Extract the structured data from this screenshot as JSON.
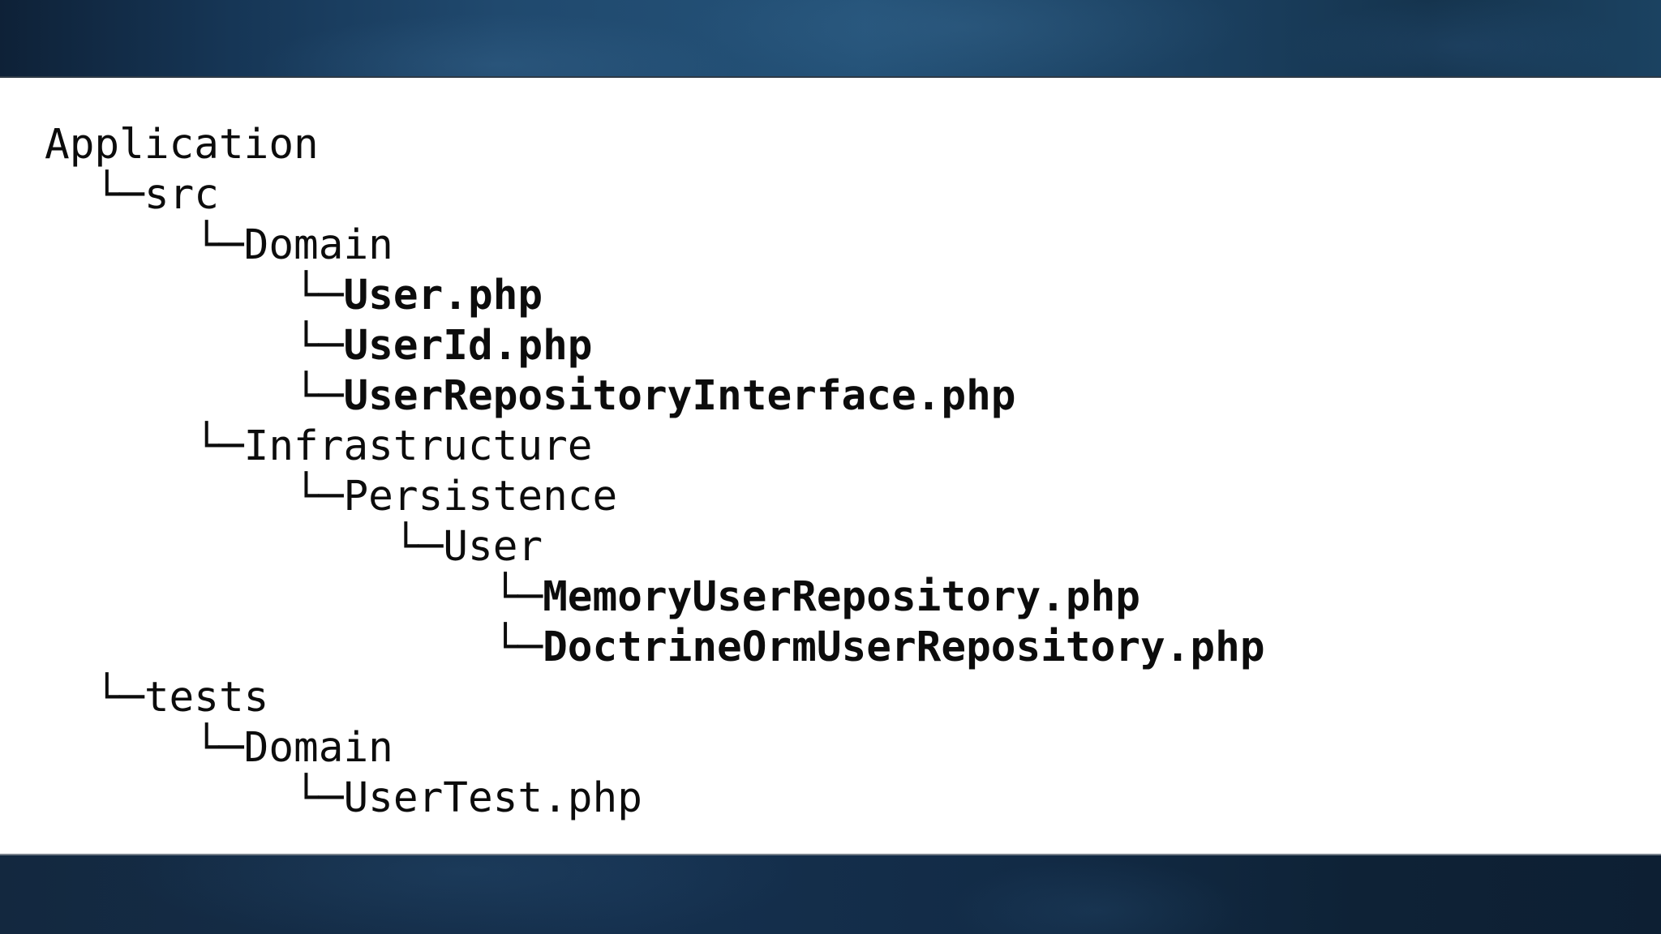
{
  "slide": {
    "background_top_accent": "#245278",
    "background_bottom_accent": "#15304e",
    "content_background": "#ffffff",
    "text_color": "#0c0c0c"
  },
  "tree": {
    "lines": [
      {
        "prefix": "",
        "label": "Application",
        "bold": false
      },
      {
        "prefix": "  └─",
        "label": "src",
        "bold": false
      },
      {
        "prefix": "      └─",
        "label": "Domain",
        "bold": false
      },
      {
        "prefix": "          └─",
        "label": "User.php",
        "bold": true
      },
      {
        "prefix": "          └─",
        "label": "UserId.php",
        "bold": true
      },
      {
        "prefix": "          └─",
        "label": "UserRepositoryInterface.php",
        "bold": true
      },
      {
        "prefix": "      └─",
        "label": "Infrastructure",
        "bold": false
      },
      {
        "prefix": "          └─",
        "label": "Persistence",
        "bold": false
      },
      {
        "prefix": "              └─",
        "label": "User",
        "bold": false
      },
      {
        "prefix": "                  └─",
        "label": "MemoryUserRepository.php",
        "bold": true
      },
      {
        "prefix": "                  └─",
        "label": "DoctrineOrmUserRepository.php",
        "bold": true
      },
      {
        "prefix": "  └─",
        "label": "tests",
        "bold": false
      },
      {
        "prefix": "      └─",
        "label": "Domain",
        "bold": false
      },
      {
        "prefix": "          └─",
        "label": "UserTest.php",
        "bold": false
      }
    ]
  }
}
